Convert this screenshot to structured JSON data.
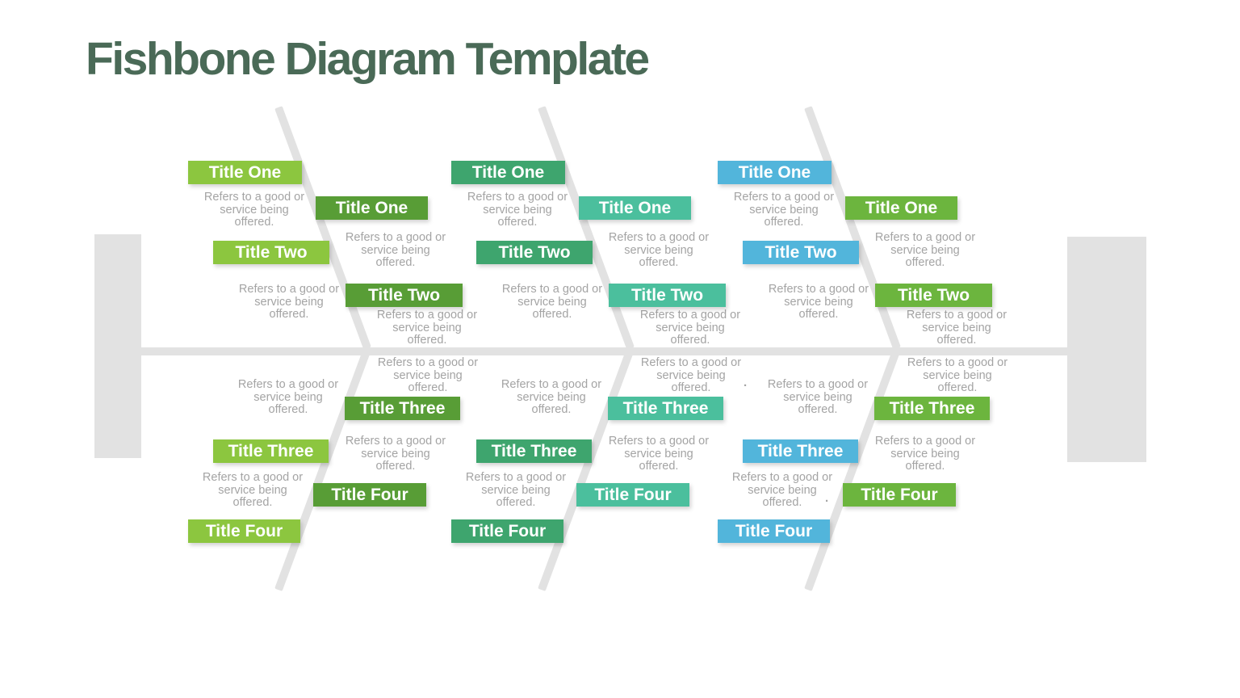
{
  "page": {
    "background": "#FFFFFF"
  },
  "header": {
    "title": "Fishbone Diagram Template",
    "color": "#4A6A57"
  },
  "diagram": {
    "structure_color": "#E2E2E2",
    "caption_color": "#A4A4A4",
    "caption_lines": [
      "Refers to a good or",
      "service being offered."
    ],
    "labels": [
      "Title One",
      "Title Two",
      "Title Three",
      "Title Four"
    ],
    "sections": [
      {
        "name": "bone-1",
        "left_color": "#8CC63F",
        "right_color": "#589D36"
      },
      {
        "name": "bone-2",
        "left_color": "#3EA56E",
        "right_color": "#4BBF9D"
      },
      {
        "name": "bone-3",
        "left_color": "#52B5DB",
        "right_color": "#6CB53E"
      }
    ],
    "stray_dots": [
      ".",
      "."
    ]
  }
}
